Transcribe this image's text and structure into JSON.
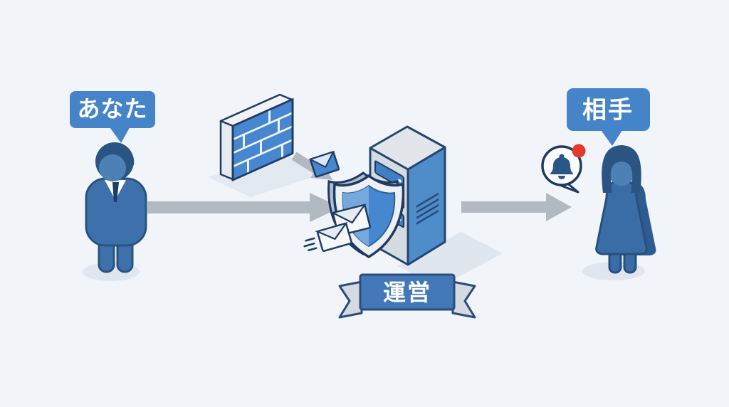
{
  "diagram": {
    "sender": {
      "label": "あなた",
      "icon": "person-male-icon"
    },
    "operator": {
      "label": "運営",
      "icons": [
        "firewall-icon",
        "server-icon",
        "shield-icon",
        "envelope-icon",
        "ribbon-banner"
      ]
    },
    "receiver": {
      "label": "相手",
      "icons": [
        "bell-notification-icon",
        "person-female-icon"
      ],
      "has_notification_badge": true
    },
    "flow": [
      "sender",
      "firewall",
      "server-with-shield",
      "receiver"
    ],
    "colors": {
      "background": "#f1f5f9",
      "bubble_blue": "#4584c8",
      "ribbon_blue": "#4278b8",
      "figure_blue": "#3e71ab",
      "figure_dark_blue": "#2a5583",
      "face_blue": "#4d80b5",
      "brick_blue": "#4787cf",
      "server_side_blue": "#4e8cca",
      "panel_gray": "#d6dbe1",
      "outline_navy": "#1f3c64",
      "arrow_gray": "#b3b9c1",
      "shadow_gray": "#dfe6ee",
      "notification_red": "#e33b2e",
      "label_text": "#ffffff"
    }
  }
}
